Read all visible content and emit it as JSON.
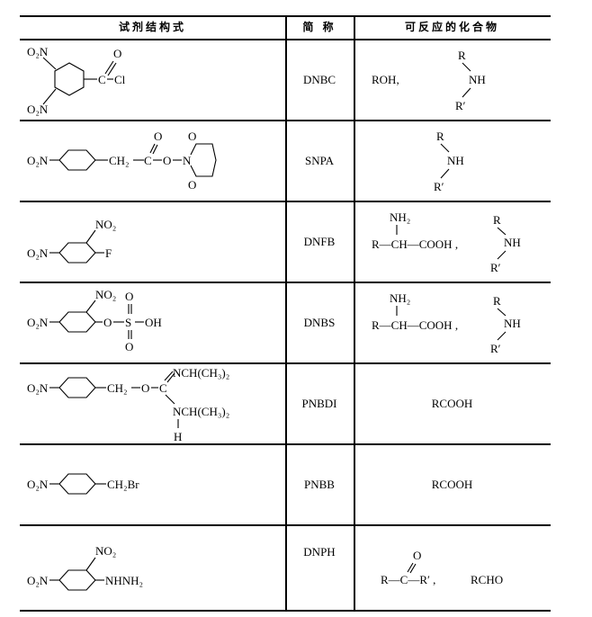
{
  "header": {
    "structure": "试剂结构式",
    "abbr": "简 称",
    "reactants": "可反应的化合物"
  },
  "rows": [
    {
      "abbr": "DNBC",
      "labels": {
        "o2n_top": "O₂N",
        "o2n_bottom": "O₂N",
        "c": "C",
        "o": "O",
        "cl": "Cl"
      },
      "reactants": {
        "roh": "ROH,",
        "r": "R",
        "nh": "NH",
        "r2": "R′"
      }
    },
    {
      "abbr": "SNPA",
      "labels": {
        "o2n": "O₂N",
        "ch2": "CH₂",
        "c": "C",
        "o_top": "O",
        "o": "O",
        "n": "N",
        "o_ring_top": "O",
        "o_ring_bottom": "O"
      },
      "reactants": {
        "r": "R",
        "nh": "NH",
        "r2": "R′"
      }
    },
    {
      "abbr": "DNFB",
      "labels": {
        "o2n": "O₂N",
        "no2": "NO₂",
        "f": "F"
      },
      "reactants": {
        "nh2": "NH₂",
        "chain": "R—CH—COOH ,",
        "r": "R",
        "nh": "NH",
        "r2": "R′"
      }
    },
    {
      "abbr": "DNBS",
      "labels": {
        "o2n": "O₂N",
        "no2": "NO₂",
        "o": "O",
        "s": "S",
        "oh": "OH",
        "o_top": "O",
        "o_bottom": "O"
      },
      "reactants": {
        "nh2": "NH₂",
        "chain": "R—CH—COOH ,",
        "r": "R",
        "nh": "NH",
        "r2": "R′"
      }
    },
    {
      "abbr": "PNBDI",
      "labels": {
        "o2n": "O₂N",
        "ch2": "CH₂",
        "o": "O",
        "c": "C",
        "n1": "NCH(CH₃)₂",
        "n2": "NCH(CH₃)₂",
        "h": "H"
      },
      "reactants": {
        "text": "RCOOH"
      }
    },
    {
      "abbr": "PNBB",
      "labels": {
        "o2n": "O₂N",
        "ch2br": "CH₂Br"
      },
      "reactants": {
        "text": "RCOOH"
      }
    },
    {
      "abbr": "DNPH",
      "labels": {
        "o2n": "O₂N",
        "no2": "NO₂",
        "nhnh2": "NHNH₂"
      },
      "reactants": {
        "o": "O",
        "chain": "R—C—R′ ,",
        "rcho": "RCHO"
      }
    }
  ]
}
